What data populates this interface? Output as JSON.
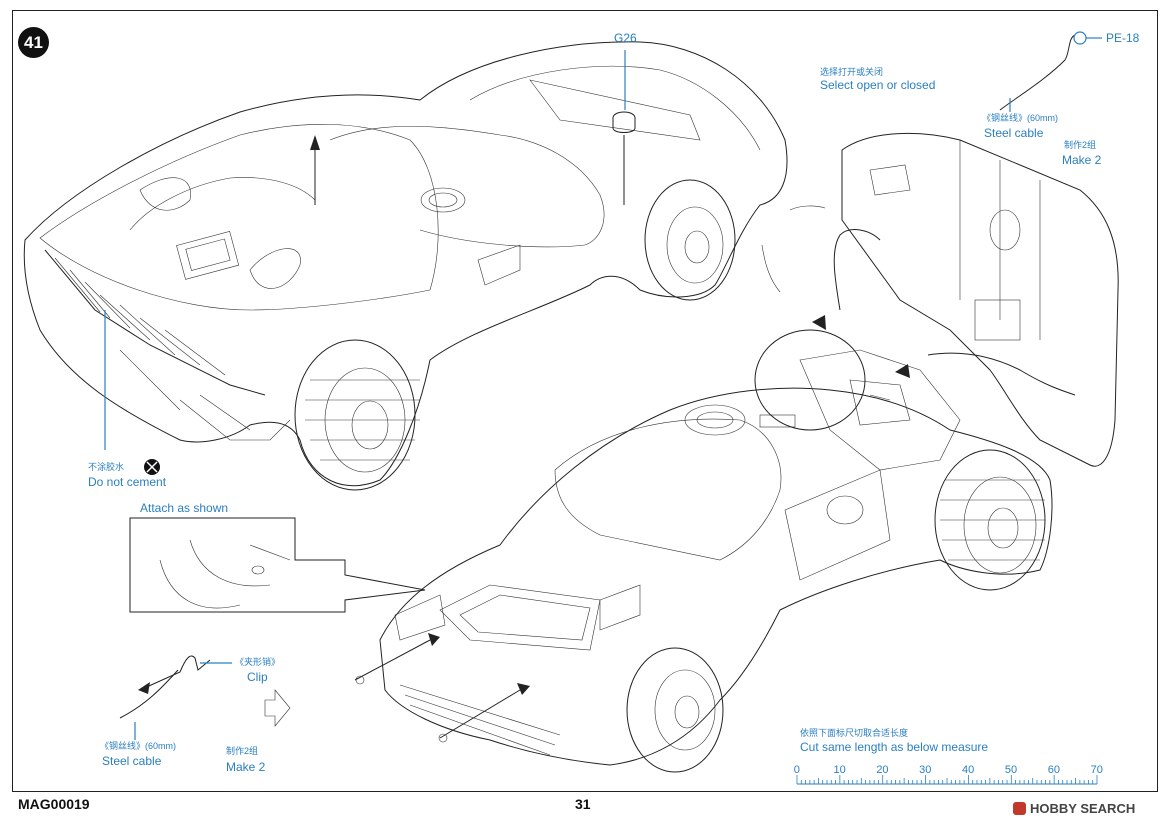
{
  "step_number": "41",
  "footer": {
    "model_code": "MAG00019",
    "page_number": "31"
  },
  "watermark": "HOBBY SEARCH",
  "callouts": {
    "g26": "G26",
    "pe18": "PE-18",
    "select_cn": "选择打开或关闭",
    "select_en": "Select open or closed",
    "steel_cable_top_cn": "《钢丝线》(60mm)",
    "steel_cable_top_en": "Steel cable",
    "make2_top_cn": "制作2组",
    "make2_top_en": "Make 2",
    "no_cement_cn": "不涂胶水",
    "no_cement_en": "Do not cement",
    "attach_as_shown": "Attach as shown",
    "clip_cn": "《夹形销》",
    "clip_en": "Clip",
    "steel_cable_bottom_cn": "《钢丝线》(60mm)",
    "steel_cable_bottom_en": "Steel cable",
    "make2_bottom_cn": "制作2组",
    "make2_bottom_en": "Make 2",
    "measure_cn": "依照下面标尺切取合适长度",
    "measure_en": "Cut same length as below measure"
  },
  "ruler": {
    "labels": [
      "0",
      "10",
      "20",
      "30",
      "40",
      "50",
      "60",
      "70"
    ],
    "range_mm": [
      0,
      70
    ]
  },
  "colors": {
    "accent": "#2a7fc1",
    "line": "#222222"
  },
  "icons": [
    "no-cement-icon",
    "arrow-icon",
    "clip-icon",
    "steel-cable-icon"
  ]
}
